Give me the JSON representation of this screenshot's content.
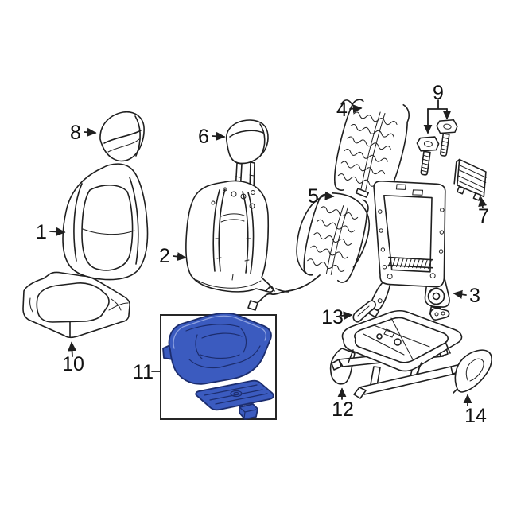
{
  "diagram": {
    "kind": "exploded-parts-diagram",
    "background": "#ffffff"
  },
  "colors": {
    "line": "#1f1f1f",
    "highlight_blue": "#3b5bbf",
    "highlight_blue_dark": "#1c2d6e",
    "highlight_blue_light": "#8ea2e0",
    "box_border": "#262626"
  },
  "callouts": [
    {
      "label": "1",
      "part": "seat-back-cover"
    },
    {
      "label": "2",
      "part": "seat-back-cover-trimmed"
    },
    {
      "label": "3",
      "part": "seat-back-frame"
    },
    {
      "label": "4",
      "part": "seat-back-suspension-mat-upper"
    },
    {
      "label": "5",
      "part": "seat-back-suspension-mat-lower"
    },
    {
      "label": "6",
      "part": "headrest-with-posts"
    },
    {
      "label": "7",
      "part": "adjuster-module"
    },
    {
      "label": "8",
      "part": "headrest-cover"
    },
    {
      "label": "9",
      "part": "mounting-bolts"
    },
    {
      "label": "10",
      "part": "seat-cushion-cover"
    },
    {
      "label": "11",
      "part": "seat-cushion-pad-highlighted"
    },
    {
      "label": "12",
      "part": "seat-track-assembly"
    },
    {
      "label": "13",
      "part": "bracket-clip"
    },
    {
      "label": "14",
      "part": "recliner-side-cover"
    }
  ]
}
